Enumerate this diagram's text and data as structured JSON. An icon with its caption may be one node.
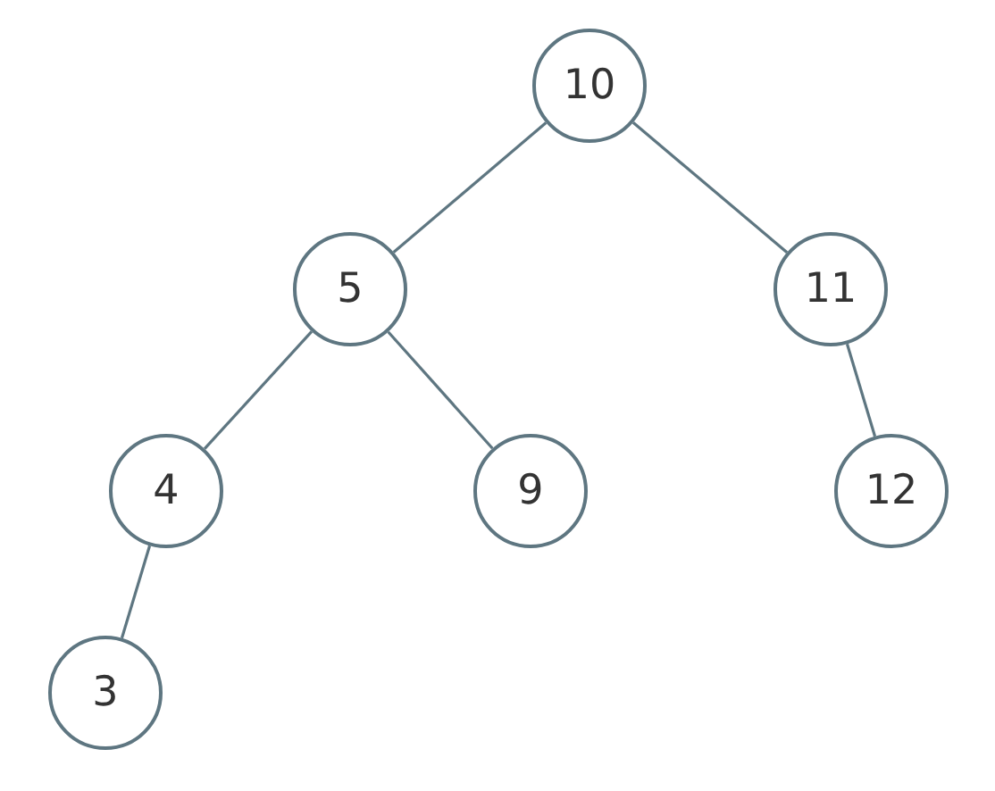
{
  "diagram": {
    "nodes": [
      {
        "text": [
          "10"
        ]
      },
      {
        "text": [
          "5"
        ]
      },
      {
        "text": [
          "11"
        ]
      },
      {
        "text": [
          "4"
        ]
      },
      {
        "text": [
          "9"
        ]
      },
      {
        "text": [
          "12"
        ]
      },
      {
        "text": [
          "3"
        ]
      }
    ],
    "edges": [
      {
        "from": 0,
        "to": 1,
        "arrow": "none"
      },
      {
        "from": 0,
        "to": 2,
        "arrow": "none"
      },
      {
        "from": 1,
        "to": 3,
        "arrow": "none"
      },
      {
        "from": 1,
        "to": 4,
        "arrow": "none"
      },
      {
        "from": 2,
        "to": 5,
        "arrow": "none"
      },
      {
        "from": 3,
        "to": 6,
        "arrow": "none"
      }
    ]
  }
}
